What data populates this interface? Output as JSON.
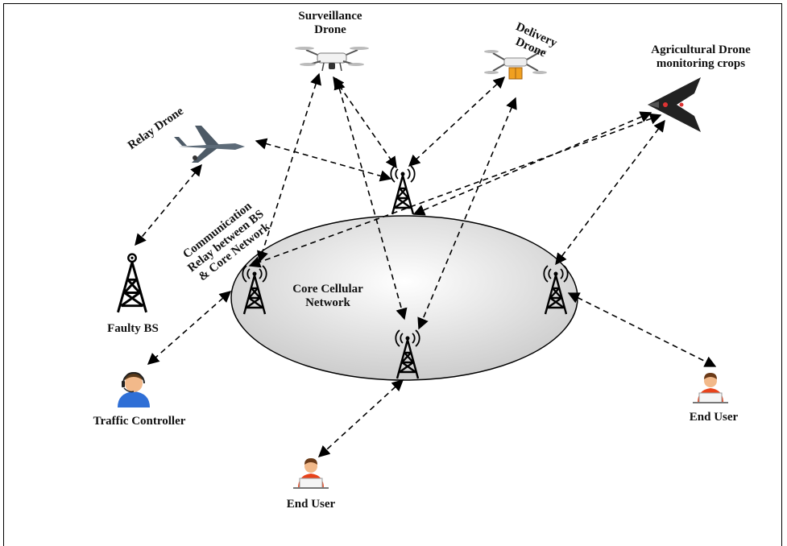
{
  "labels": {
    "surveillance_drone": "Surveillance\nDrone",
    "delivery_drone": "Delivery\nDrone",
    "agri_drone": "Agricultural Drone\nmonitoring crops",
    "relay_drone": "Relay Drone",
    "comm_relay": "Communication\nRelay between BS\n& Core Network",
    "core_network": "Core Cellular\nNetwork",
    "faulty_bs": "Faulty BS",
    "traffic_controller": "Traffic Controller",
    "end_user_bottom": "End User",
    "end_user_right": "End User"
  },
  "colors": {
    "ellipse_fill": "#dcdcdc",
    "stroke": "#000000",
    "user_shirt": "#e8421a",
    "controller_shirt": "#2f6fd6",
    "skin": "#f2b98a",
    "package": "#f0a020"
  }
}
